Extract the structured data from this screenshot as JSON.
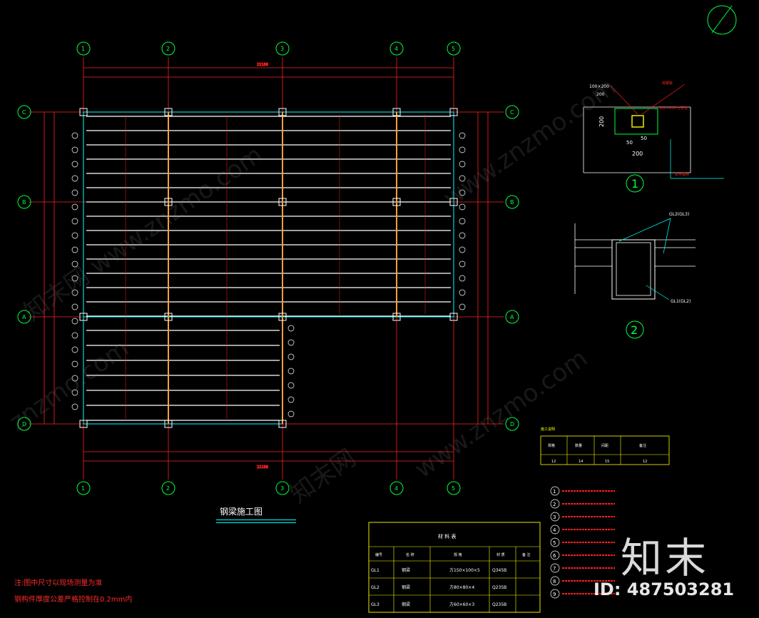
{
  "drawing": {
    "title": "钢梁施工图",
    "notes": [
      "注:图中尺寸以现场测量为准",
      "钢构件厚度公差严格控制在0.2mm内"
    ],
    "axes_top": [
      "1",
      "2",
      "3",
      "4",
      "5"
    ],
    "axes_side": [
      "C",
      "B",
      "A",
      "D"
    ],
    "overall_dim": "22188"
  },
  "detail1": {
    "number": "1",
    "labels": [
      "100×200",
      "200",
      "200",
      "50",
      "50",
      "200",
      "焊钢板",
      "□ 200×200 方管柱",
      "化学锚栓"
    ]
  },
  "detail2": {
    "number": "2",
    "labels": [
      "GL2(GL3)",
      "GL1(GL2)"
    ]
  },
  "table": {
    "title": "材 料 表",
    "headers": [
      "编号",
      "名 称",
      "规 格",
      "材 质",
      "备 注"
    ],
    "rows": [
      [
        "GL1",
        "钢梁",
        "方150×100×5",
        "Q345B",
        ""
      ],
      [
        "GL2",
        "钢梁",
        "方80×80×4",
        "Q235B",
        ""
      ],
      [
        "GL3",
        "钢梁",
        "方60×60×3",
        "Q235B",
        ""
      ]
    ]
  },
  "small_table": {
    "caption": "施工说明",
    "headers": [
      "规格",
      "数量",
      "间距",
      "备注"
    ],
    "values": [
      "12",
      "14",
      "15",
      "12"
    ]
  },
  "spec_items": [
    "1",
    "2",
    "3",
    "4",
    "5",
    "6",
    "7",
    "8",
    "9"
  ],
  "watermark": {
    "logo": "知末",
    "id": "ID: 487503281",
    "diag": [
      "知末网 www.znzmo.com",
      "www.znzmo.com",
      "www.znzmo.com",
      "知末网",
      "znzmo.com"
    ]
  },
  "colors": {
    "dim": "#ff2020",
    "beam": "#ffffff",
    "column": "#ffa040",
    "axis": "#00ff40",
    "detail": "#00ffff",
    "table": "#ffff00"
  }
}
